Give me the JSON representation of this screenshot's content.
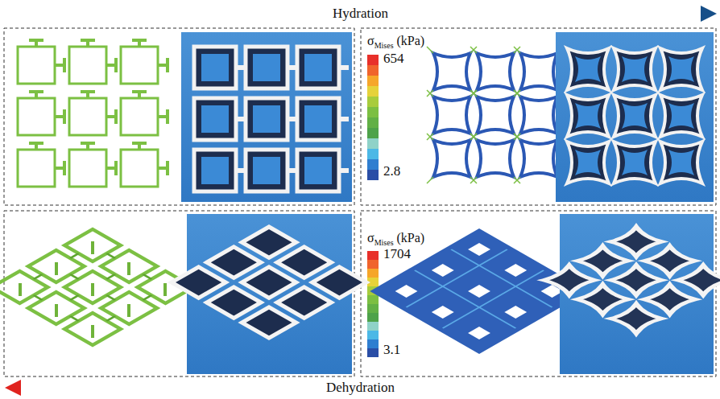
{
  "diagram": {
    "labels": [
      "Hydration",
      "σ",
      "Mises",
      "(kPa)",
      "654",
      "2.8",
      "σ",
      "Mises",
      "(kPa)",
      "1704",
      "3.1",
      "Dehydration"
    ]
  }
}
